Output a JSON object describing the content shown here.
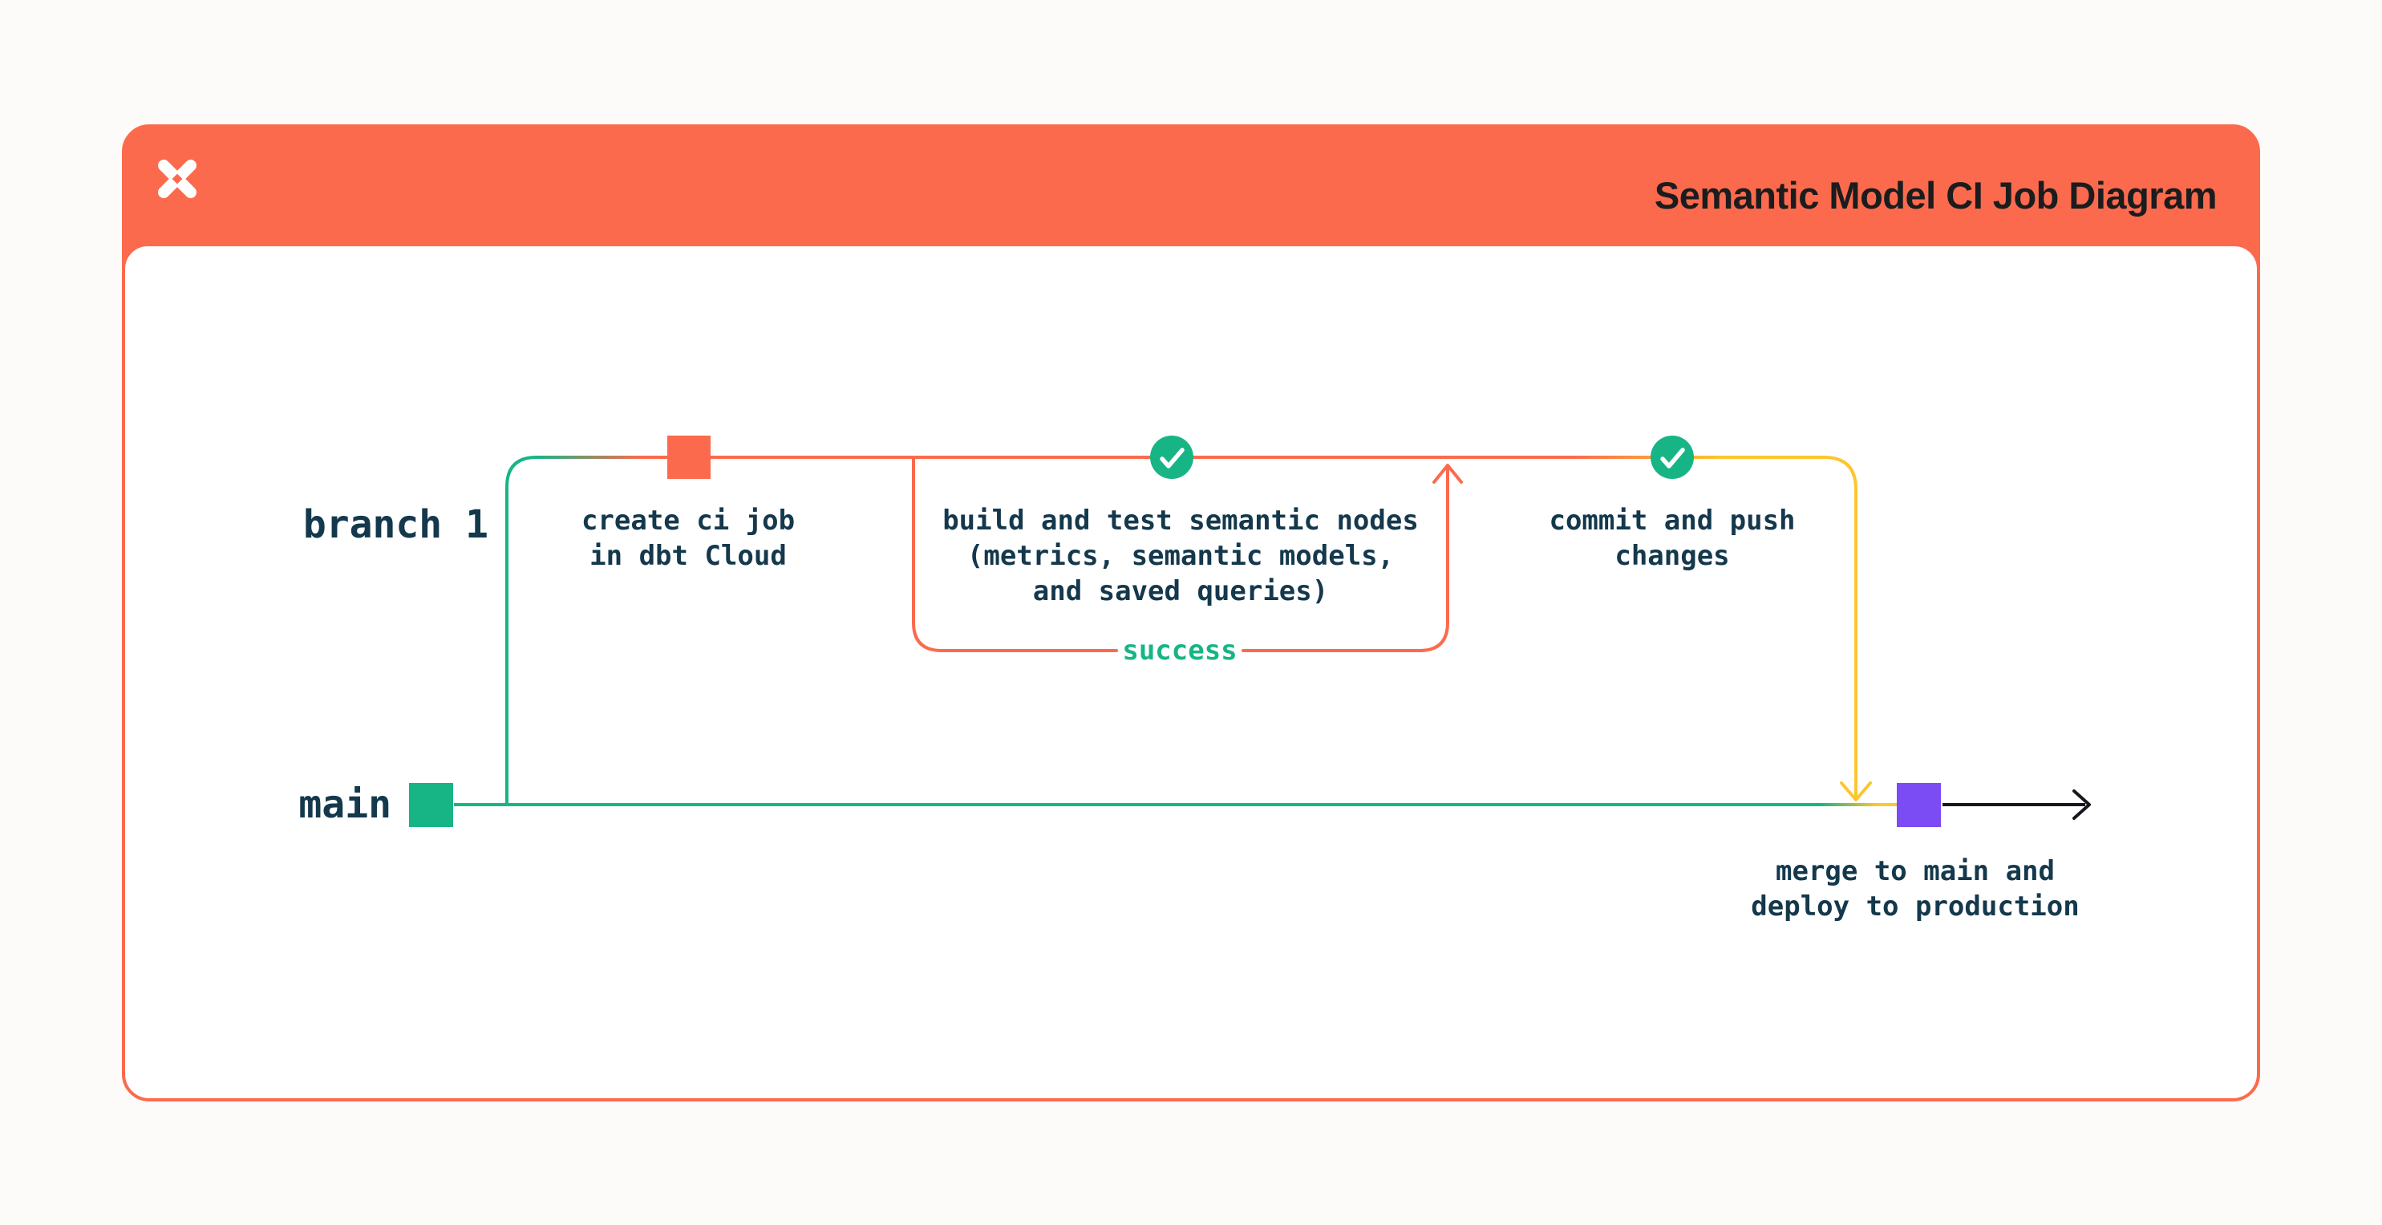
{
  "header": {
    "title": "Semantic Model CI Job Diagram",
    "logo": "dbt-logo"
  },
  "diagram": {
    "branches": [
      {
        "label": "branch 1"
      },
      {
        "label": "main"
      }
    ],
    "captions": {
      "create": {
        "lines": [
          "create ci job",
          "in dbt Cloud"
        ]
      },
      "build": {
        "lines": [
          "build and test semantic nodes",
          "(metrics, semantic models,",
          "and saved queries)"
        ]
      },
      "commit": {
        "lines": [
          "commit and push",
          "changes"
        ]
      },
      "merge": {
        "lines": [
          "merge to main and",
          "deploy to production"
        ]
      },
      "success_label": "success"
    },
    "nodes": [
      {
        "name": "create-ci-job-commit",
        "shape": "square",
        "color": "#fc6a4d"
      },
      {
        "name": "build-test-success-check",
        "shape": "check-circle",
        "color": "#17b586"
      },
      {
        "name": "commit-push-success-check",
        "shape": "check-circle",
        "color": "#17b586"
      },
      {
        "name": "main-branch-start-commit",
        "shape": "square",
        "color": "#17b586"
      },
      {
        "name": "merge-to-main-commit",
        "shape": "square",
        "color": "#7b4cf3"
      }
    ]
  },
  "colors": {
    "page_bg": "#fcfbf9",
    "orange": "#fc6a4d",
    "green": "#17b586",
    "yellow": "#fdc52f",
    "purple": "#7b4cf3",
    "ink": "#14384c",
    "title_ink": "#1a1c1e",
    "arrow_black": "#16181d"
  }
}
